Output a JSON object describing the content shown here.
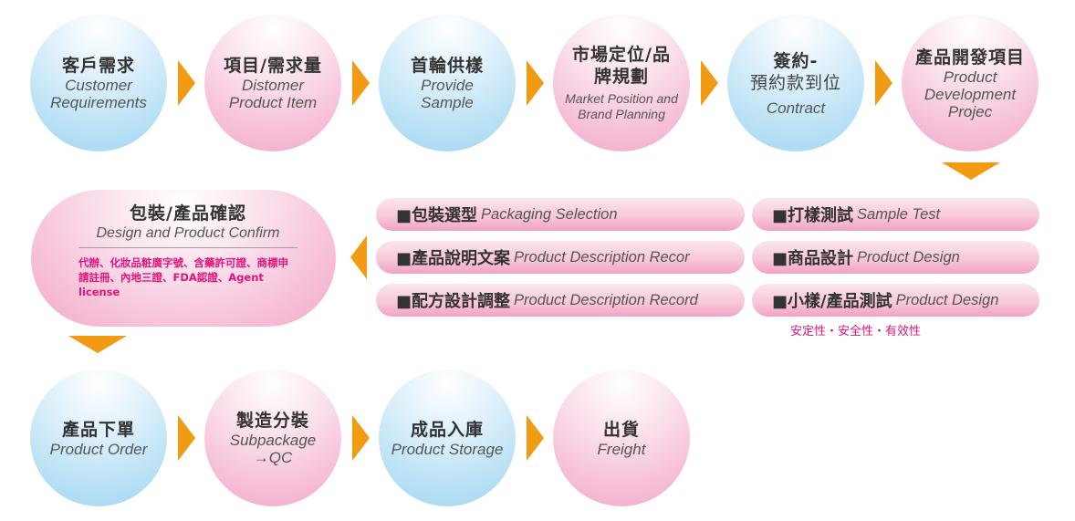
{
  "row1": [
    {
      "zh": "客戶需求",
      "en": "Customer Requirements"
    },
    {
      "zh": "項目/需求量",
      "en": "Distomer Product Item"
    },
    {
      "zh": "首輪供樣",
      "en": "Provide Sample"
    },
    {
      "zh": "市場定位/品牌規劃",
      "en": "Market Position and Brand Planning"
    },
    {
      "zh": "簽約-",
      "zh2": "預約款到位",
      "en": "Contract"
    },
    {
      "zh": "產品開發項目",
      "en": "Product Development Projec"
    }
  ],
  "confirm": {
    "title": "包裝/產品確認",
    "subtitle": "Design and Product Confirm",
    "note": "代辦、化妝品粧廣字號、含藥許可證、商標申請註冊、內地三證、FDA認證、Agent license"
  },
  "pills_left": [
    {
      "label": "■包裝選型",
      "en": "Packaging Selection"
    },
    {
      "label": "■產品說明文案",
      "en": "Product Description Recor"
    },
    {
      "label": "■配方設計調整",
      "en": "Product Description Record"
    }
  ],
  "pills_right": [
    {
      "label": "■打樣測試",
      "en": "Sample Test"
    },
    {
      "label": "■商品設計",
      "en": "Product Design"
    },
    {
      "label": "■小樣/產品測試",
      "en": "Product Design"
    }
  ],
  "safety_note": "安定性・安全性・有效性",
  "row3": [
    {
      "zh": "產品下單",
      "en": "Product Order"
    },
    {
      "zh": "製造分裝",
      "en": "Subpackage →QC"
    },
    {
      "zh": "成品入庫",
      "en": "Product Storage"
    },
    {
      "zh": "出貨",
      "en": "Freight"
    }
  ],
  "colors": {
    "arrow": "#f29a11",
    "pink_text": "#e0157a",
    "blue_circle": "#9fd6f1",
    "pink_circle": "#f3a8c9"
  }
}
